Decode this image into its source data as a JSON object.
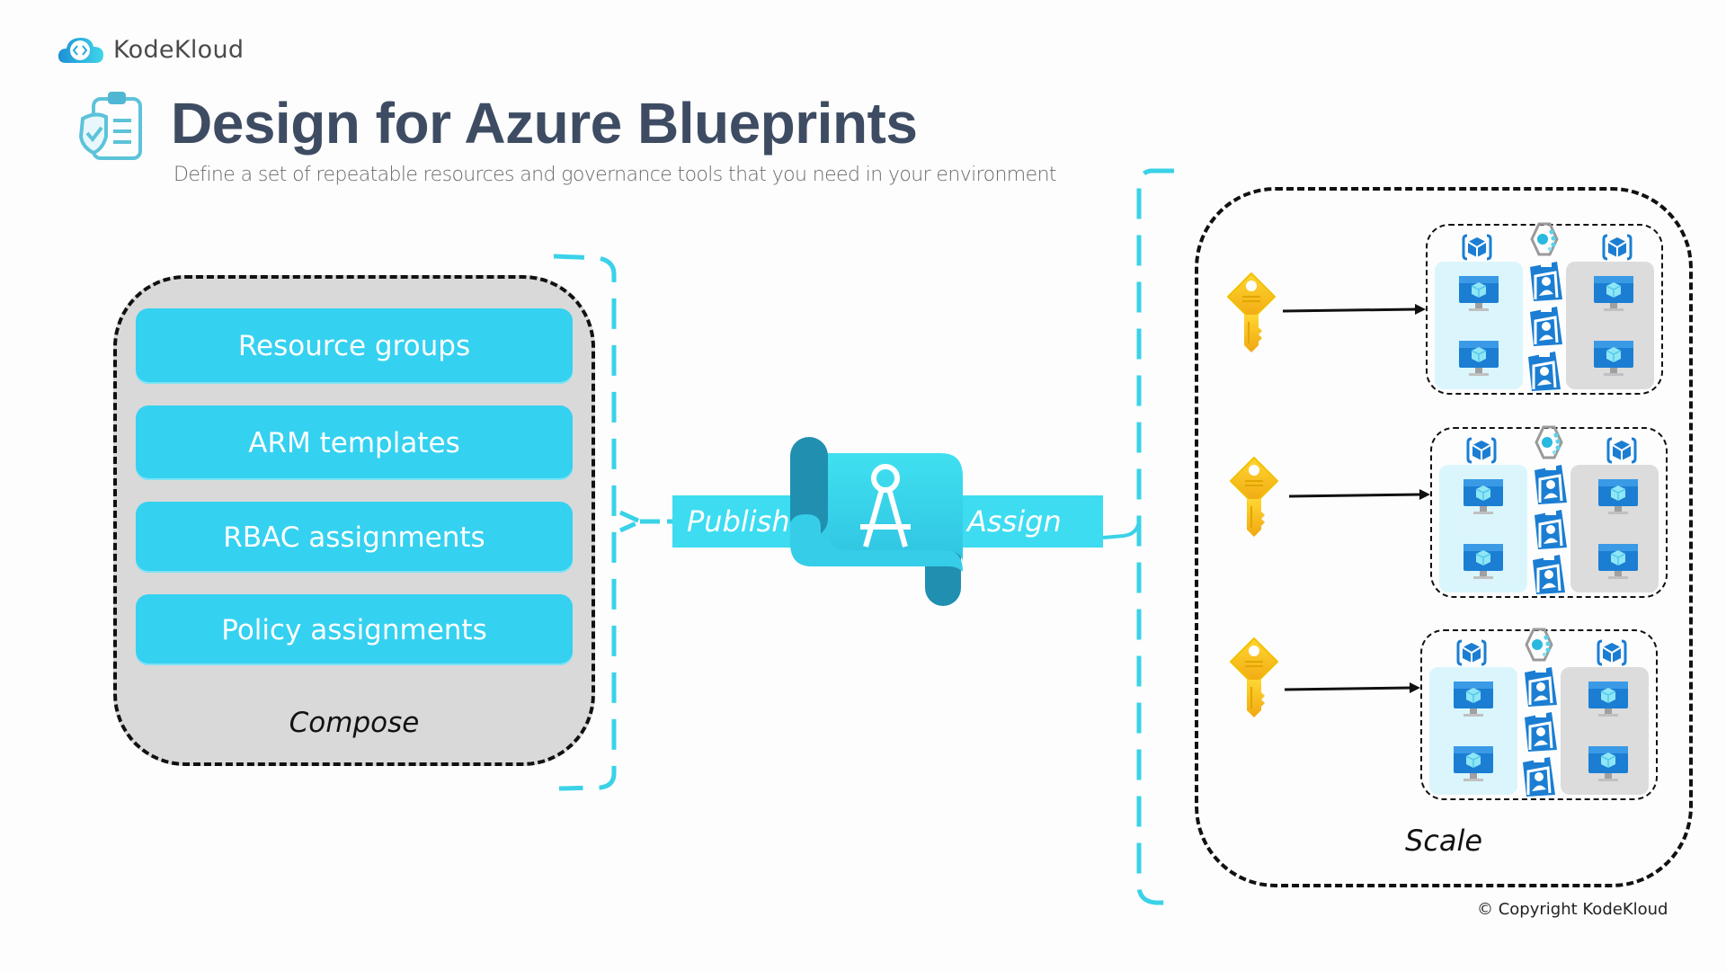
{
  "brand": {
    "name": "KodeKloud",
    "logo_icon": "cloud-code-icon"
  },
  "header": {
    "title": "Design for Azure Blueprints",
    "subtitle": "Define a set of repeatable resources and governance tools that you need in your environment",
    "title_icon": "clipboard-shield-icon"
  },
  "compose": {
    "label": "Compose",
    "items": [
      "Resource groups",
      "ARM templates",
      "RBAC assignments",
      "Policy assignments"
    ]
  },
  "flow": {
    "publish_label": "Publish",
    "assign_label": "Assign",
    "center_icon": "blueprint-scroll-icon"
  },
  "scale": {
    "label": "Scale",
    "groups": [
      {
        "key_icon": "subscription-key-icon",
        "lanes": [
          "blue",
          "gray"
        ]
      },
      {
        "key_icon": "subscription-key-icon",
        "lanes": [
          "blue",
          "gray"
        ]
      },
      {
        "key_icon": "subscription-key-icon",
        "lanes": [
          "blue",
          "gray"
        ]
      }
    ]
  },
  "colors": {
    "accent": "#35d1f0",
    "title": "#3e4c63",
    "key": "#f5c518",
    "azure_blue": "#1b7ed3"
  },
  "footer": {
    "copyright": "© Copyright KodeKloud"
  }
}
